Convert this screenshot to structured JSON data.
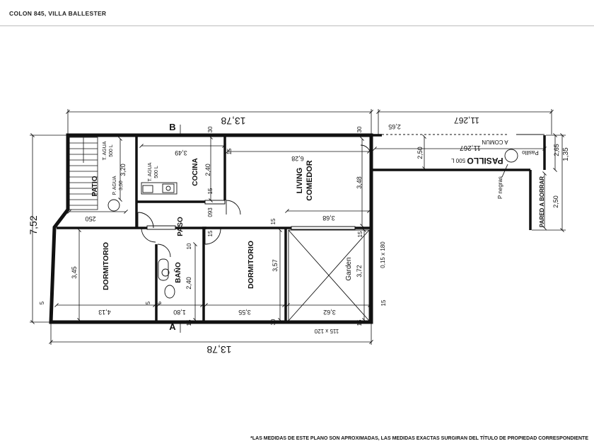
{
  "header": {
    "title": "COLON 845, VILLA BALLESTER"
  },
  "footnote": "*LAS MEDIDAS DE ESTE PLANO SON APROXIMADAS, LAS MEDIDAS EXACTAS SURGIRAN DEL TÍTULO DE PROPIEDAD CORRESPONDIENTE",
  "rooms": {
    "patio": "PATIO",
    "cocina": "COCINA",
    "living": "LIVING",
    "comedor": "COMEDOR",
    "paso": "PASO",
    "dorm_left": "DORMITORIO",
    "dorm_mid": "DORMITORIO",
    "bano": "BAÑO",
    "garden": "Garden",
    "pasillo": "PASILLO"
  },
  "fixtures": {
    "t_agua_1": "T. AGUA",
    "t_agua_1_cap": "500 L",
    "t_agua_2": "T. AGUA",
    "t_agua_2_cap": "500 L",
    "p_agua": "P. AGUA",
    "p_agua_val": "3,50",
    "pasillo_cap": "500 L",
    "pasillo_label": "Pasillo",
    "p_negras": "P negras",
    "pared_borrar": "PARED A BORRAR",
    "a_comun": "A COMUN"
  },
  "sections": {
    "a": "A",
    "b": "B"
  },
  "dims": {
    "top_total": "13,78",
    "bottom_total": "13,78",
    "left_total": "7,52",
    "top_right": "11,267",
    "pasillo_len": "11,267",
    "d265": "2,65",
    "d265b": "2,65",
    "d135": "1,35",
    "d250": "2,50",
    "d250_pasillo": "2,50",
    "d015x180": "0,15 x 180",
    "d30a": "30",
    "d30b": "30",
    "d30c": "30",
    "d15a": "15",
    "d15b": "15",
    "d15c": "15",
    "d15d": "15",
    "d15e": "15",
    "d15f": "15",
    "d15g": "15",
    "d15h": "15",
    "d10": "10",
    "d093": "093",
    "d349": "3,49",
    "d240a": "2,40",
    "d628": "6,28",
    "d348": "3,48",
    "d368": "3,68",
    "d320": "3,20",
    "d250b": "250",
    "d345": "3,45",
    "d413": "4,13",
    "d180": "1,80",
    "d240b": "2,40",
    "d355": "3,55",
    "d357": "3,57",
    "d362": "3,62",
    "d372": "3,72",
    "d115x120": "115 x 120",
    "d5a": "5",
    "d5b": "5",
    "d5c": "5"
  }
}
